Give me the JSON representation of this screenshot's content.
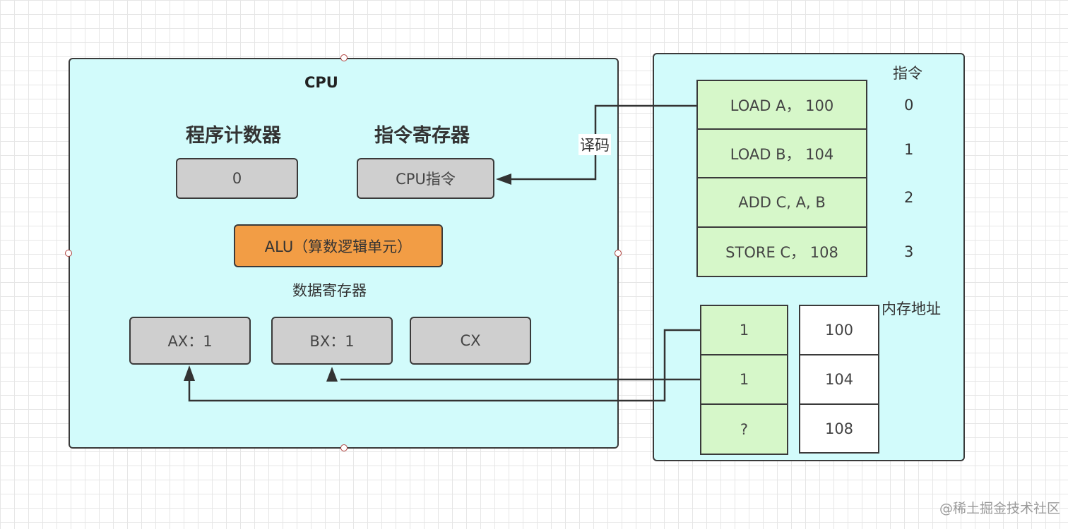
{
  "cpu": {
    "title": "CPU",
    "program_counter": {
      "heading": "程序计数器",
      "value": "0"
    },
    "instruction_register": {
      "heading": "指令寄存器",
      "value": "CPU指令"
    },
    "alu": {
      "label": "ALU（算数逻辑单元）"
    },
    "data_registers": {
      "heading": "数据寄存器",
      "ax": "AX：1",
      "bx": "BX：1",
      "cx": "CX"
    }
  },
  "decode_label": "译码",
  "memory": {
    "instruction_heading": "指令",
    "instructions": [
      {
        "text": "LOAD A，  100",
        "index": "0"
      },
      {
        "text": "LOAD B，  104",
        "index": "1"
      },
      {
        "text": "ADD  C, A, B",
        "index": "2"
      },
      {
        "text": "STORE C，  108",
        "index": "3"
      }
    ],
    "address_heading": "内存地址",
    "data_cells": [
      {
        "value": "1",
        "address": "100"
      },
      {
        "value": "1",
        "address": "104"
      },
      {
        "value": "?",
        "address": "108"
      }
    ]
  },
  "watermark": "@稀土掘金技术社区"
}
